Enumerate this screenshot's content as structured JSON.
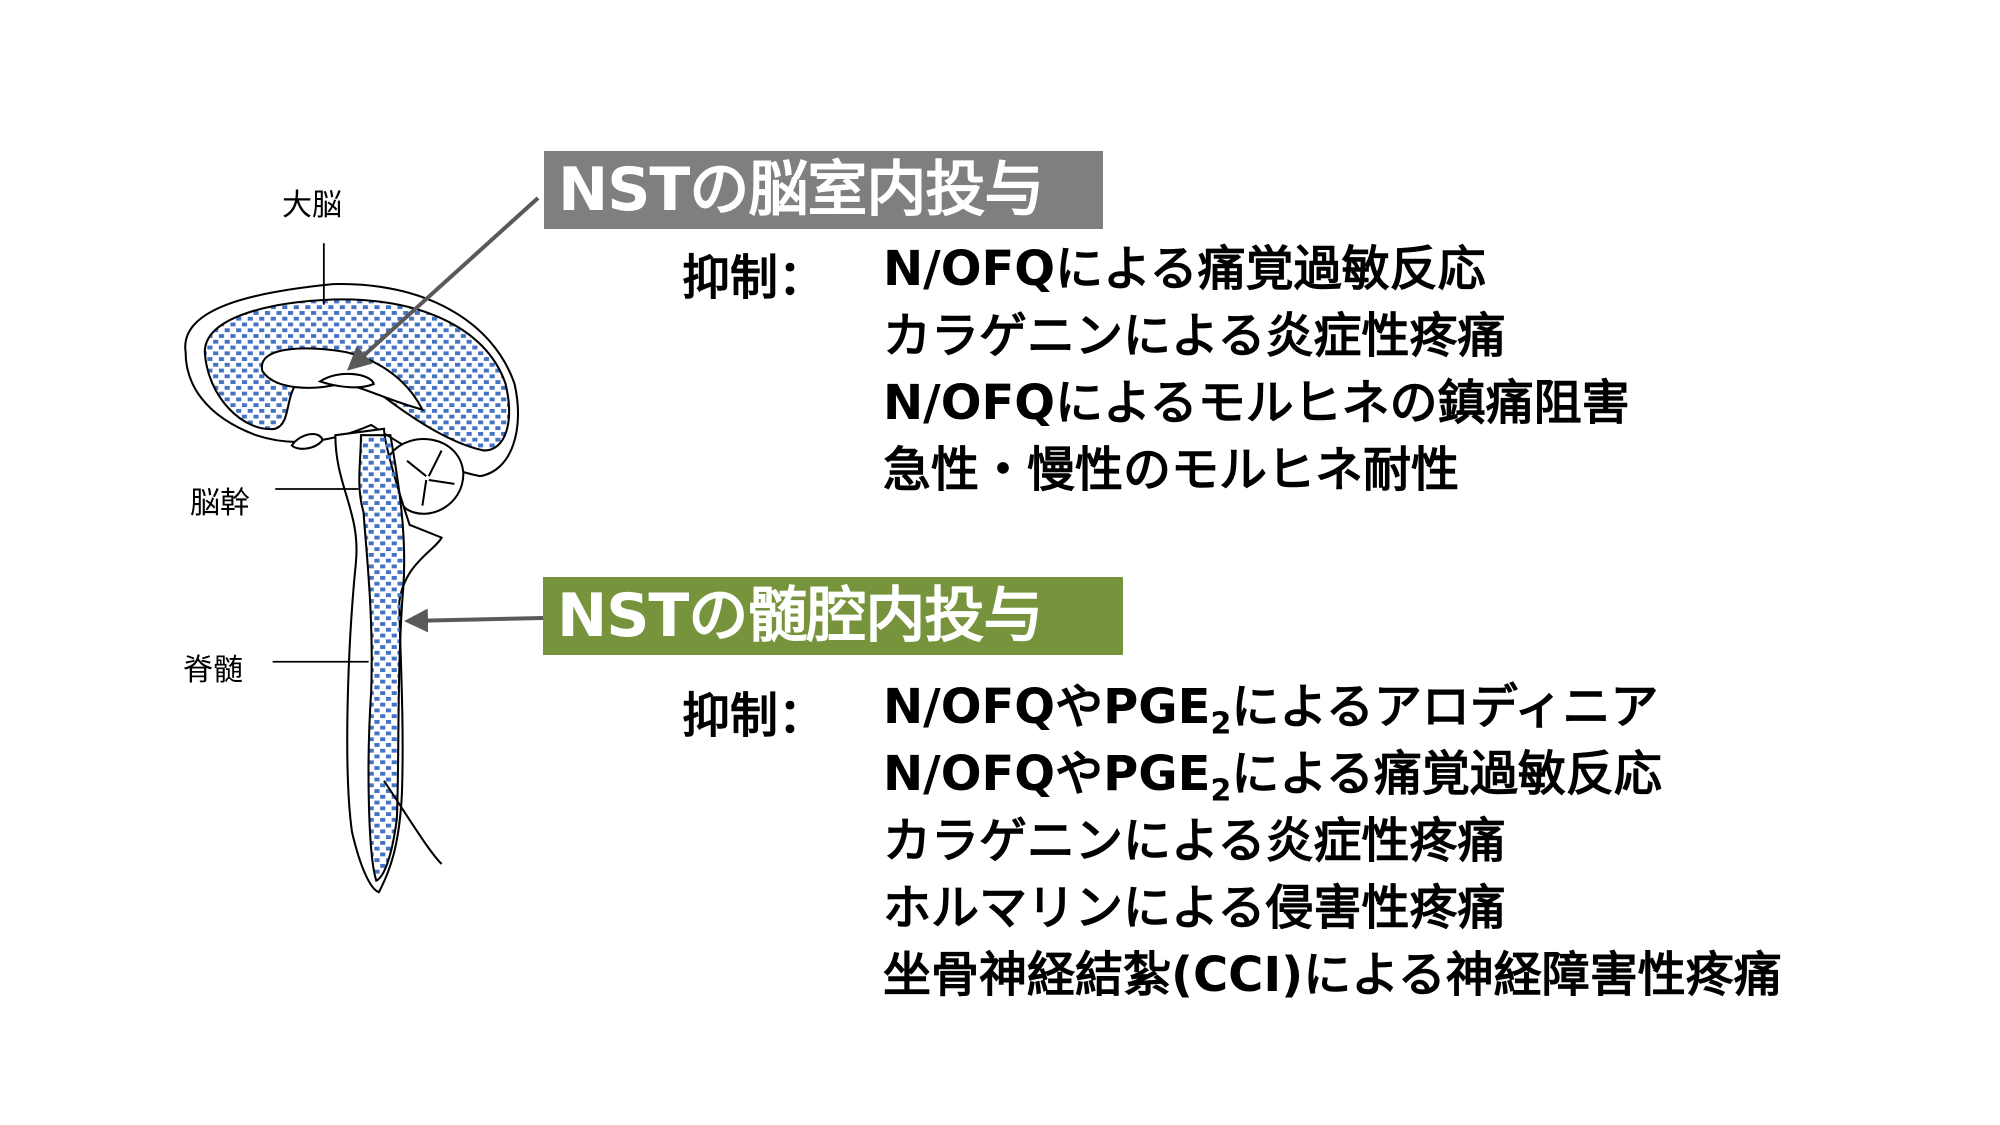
{
  "labels": {
    "cerebrum": "大脳",
    "brainstem": "脳幹",
    "spinal_cord": "脊髄"
  },
  "sections": [
    {
      "title": "NSTの脳室内投与",
      "color": "#7f7f7f",
      "header": "抑制：",
      "items": [
        "N/OFQによる痛覚過敏反応",
        "カラゲニンによる炎症性疼痛",
        "N/OFQによるモルヒネの鎮痛阻害",
        "急性・慢性のモルヒネ耐性"
      ]
    },
    {
      "title": "NSTの髄腔内投与",
      "color": "#77933c",
      "header": "抑制：",
      "items": [
        {
          "pre": "N/OFQやPGE",
          "sub": "2",
          "post": "によるアロディニア"
        },
        {
          "pre": "N/OFQやPGE",
          "sub": "2",
          "post": "による痛覚過敏反応"
        },
        "カラゲニンによる炎症性疼痛",
        "ホルマリンによる侵害性疼痛",
        "坐骨神経結紮(CCI)による神経障害性疼痛"
      ]
    }
  ],
  "colors": {
    "fill": "#4472c4",
    "arrow": "#595959"
  }
}
